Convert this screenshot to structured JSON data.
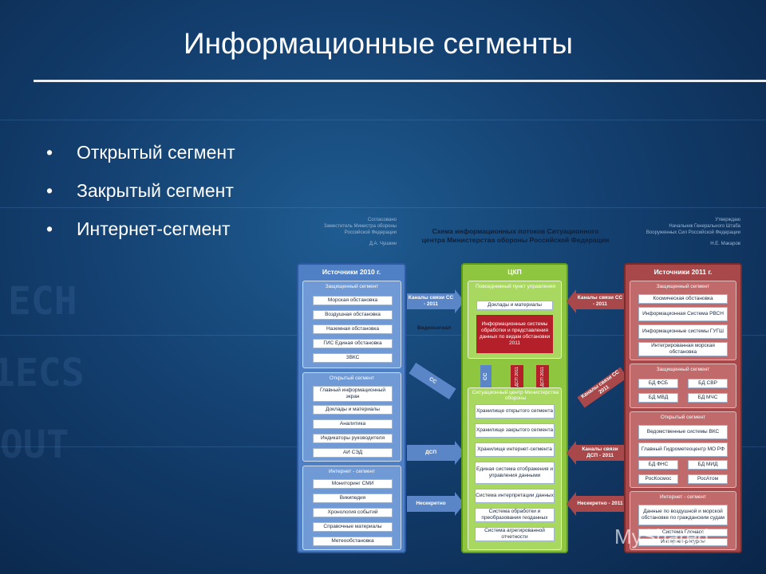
{
  "slide": {
    "title": "Информационные сегменты",
    "bullet_char": "•",
    "bullets": [
      "Открытый сегмент",
      "Закрытый сегмент",
      "Интернет-сегмент"
    ]
  },
  "background": {
    "code_glyphs": [
      "ECH",
      "1ECS",
      "OUT"
    ]
  },
  "scheme": {
    "sign_left": [
      "Согласовано",
      "Заместитель Министра обороны",
      "Российской Федерации",
      "Д.А. Чушкин"
    ],
    "sign_right": [
      "Утверждаю",
      "Начальник Генерального Штаба",
      "Вооруженных Сил Российской Федерации",
      "Н.Е. Макаров"
    ],
    "heading": "Схема информационных потоков Ситуационного центра Министерства обороны Российской Федерации",
    "left": {
      "title": "Источники 2010 г.",
      "groups": [
        {
          "name": "Защищенный сегмент",
          "items": [
            "Морская обстановка",
            "Воздушная обстановка",
            "Наземная обстановка",
            "ГИС Единая обстановка",
            "ЗВКС"
          ]
        },
        {
          "name": "Открытый сегмент",
          "items": [
            "Главный информационный экран",
            "Доклады и материалы",
            "Аналитика",
            "Индикаторы руководителя",
            "АИ СЭД"
          ]
        },
        {
          "name": "Интернет - сегмент",
          "items": [
            "Мониторинг СМИ",
            "Википедия",
            "Хронология событий",
            "Справочные материалы",
            "Метеообстановка"
          ]
        }
      ]
    },
    "center": {
      "title": "ЦКП",
      "top_group": "Повседневный пункт управления",
      "top_item": "Доклады и материалы",
      "red_box": "Информационные системы обработки и представления данных по видам обстановки 2011",
      "video_note": "Видеосигнал",
      "bottom_group": "Ситуационный центр Министерства обороны",
      "bottom_items": [
        "Хранилище открытого сегмента",
        "Хранилище закрытого сегмента",
        "Хранилище интернет-сегмента",
        "Единая система отображения и управления данными",
        "Система интерпретации данных",
        "Система обработки и преобразования геоданных",
        "Система агрегированной отчетности"
      ],
      "vertical_labels": [
        "СС",
        "ДСП 2011",
        "ДСП 2011"
      ]
    },
    "right": {
      "title": "Источники 2011 г.",
      "groups": [
        {
          "name": "Защищенный сегмент",
          "items": [
            "Космическая обстановка",
            "Информационная Система РВСН",
            "Информационные системы ГУГШ",
            "Интегрированная морская обстановка"
          ]
        },
        {
          "name": "Защищенный сегмент",
          "items": [
            "БД ФСБ",
            "БД СВР",
            "БД МВД",
            "БД МЧС"
          ]
        },
        {
          "name": "Открытый сегмент",
          "items": [
            "Ведомственные системы ВКС",
            "Главный Гидрометеоцентр МО РФ",
            "БД ФНС",
            "БД МИД",
            "РосКосмос",
            "РосАтом"
          ]
        },
        {
          "name": "Интернет - сегмент",
          "items": [
            "Данные по воздушной и морской обстановке по гражданским судам",
            "Система Глонасс",
            "Интернет-ресурсы"
          ]
        }
      ]
    },
    "arrows_left": [
      "Каналы связи СС - 2011",
      "СС",
      "ДСП",
      "Несекретно"
    ],
    "arrows_right": [
      "Каналы связи СС - 2011",
      "Каналы связи СС 2011",
      "Каналы связи ДСП - 2011",
      "Несекретно - 2011"
    ]
  },
  "watermark": "MyShared",
  "colors": {
    "blue_panel": "#4f7fc4",
    "red_panel": "#a8484a",
    "green_panel": "#8ec63f",
    "accent_red": "#b3202a"
  }
}
